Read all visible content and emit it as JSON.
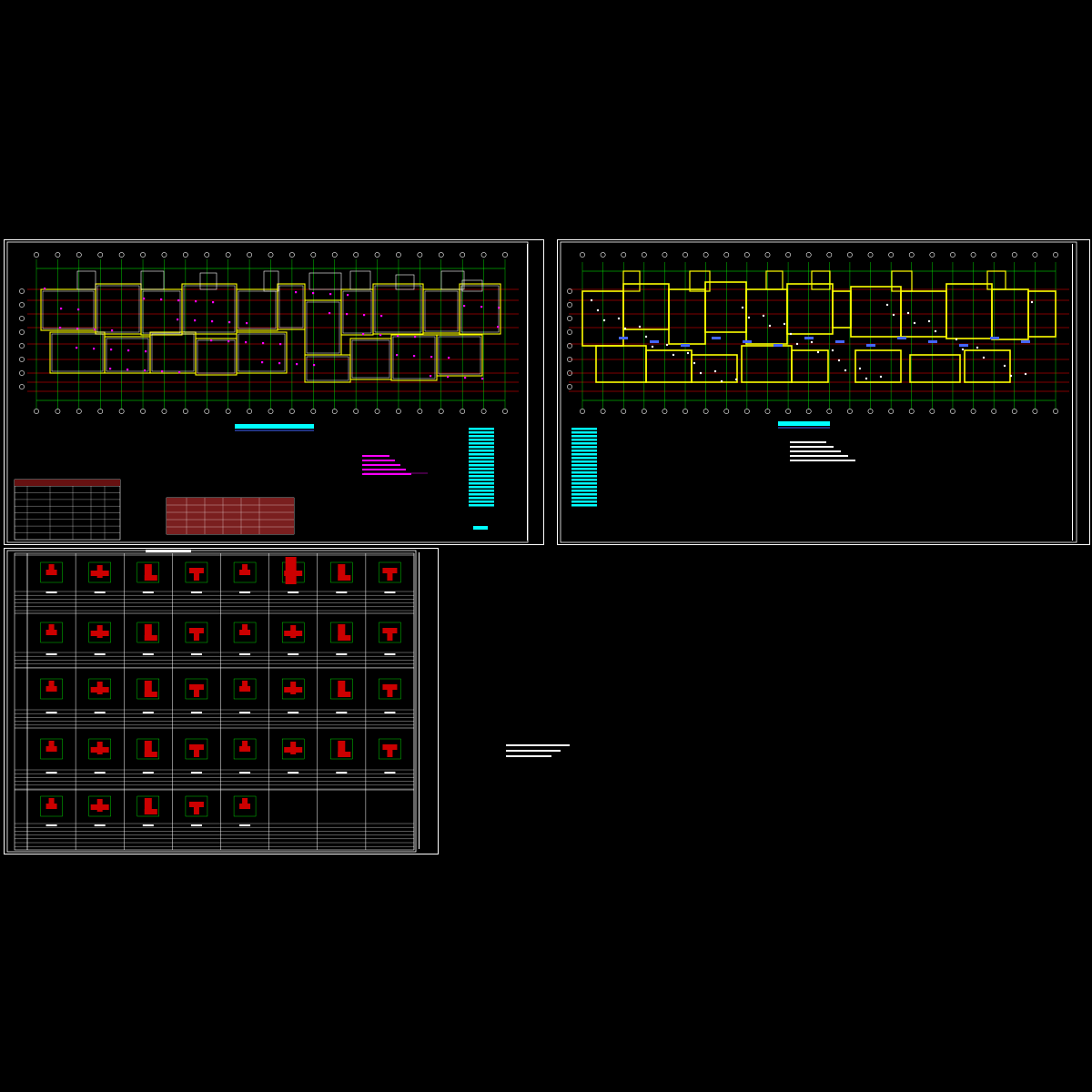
{
  "canvas": {
    "background": "#000000"
  },
  "colors": {
    "border": "#ffffff",
    "grid_green": "#00ff00",
    "axis_red": "#ff0000",
    "wall_yellow": "#ffff00",
    "column_red": "#cc0000",
    "dim_cyan": "#00ffff",
    "text_magenta": "#ff00ff",
    "mark_blue": "#4466ff"
  },
  "sheets": [
    {
      "id": "sheet-1",
      "kind": "wall-column-plan"
    },
    {
      "id": "sheet-2",
      "kind": "beam-slab-plan"
    },
    {
      "id": "sheet-3",
      "kind": "column-detail-table"
    }
  ]
}
